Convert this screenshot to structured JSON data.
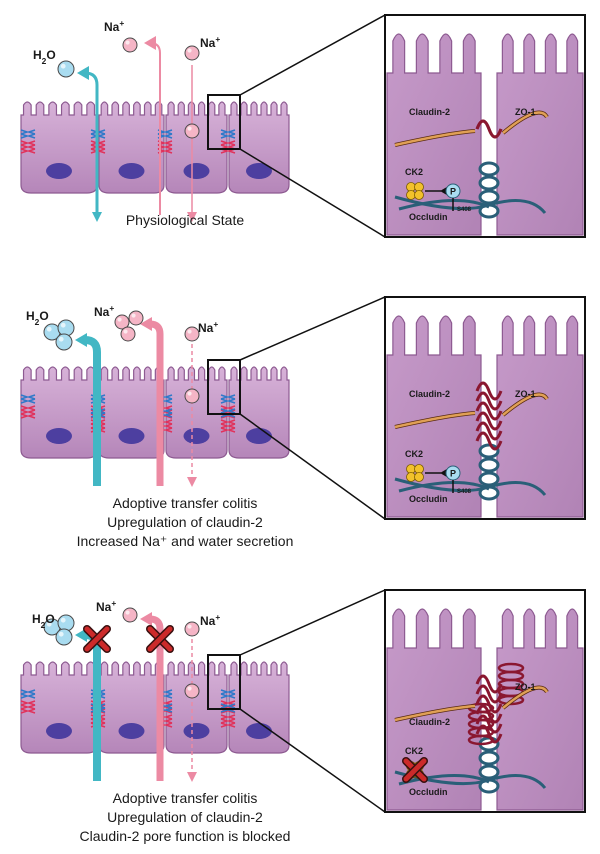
{
  "labels": {
    "na": "Na",
    "plus": "+",
    "h": "H",
    "two": "2",
    "o": "O",
    "claudin2": "Claudin-2",
    "zo1": "ZO-1",
    "ck2": "CK2",
    "p": "P",
    "s408": "S408",
    "occludin": "Occludin"
  },
  "panels": [
    {
      "caption_lines": [
        "Physiological State"
      ]
    },
    {
      "caption_lines": [
        "Adoptive transfer colitis",
        "Upregulation of claudin-2",
        "Increased Na⁺ and water secretion"
      ]
    },
    {
      "caption_lines": [
        "Adoptive transfer colitis",
        "Upregulation of claudin-2",
        "Claudin-2 pore function is blocked"
      ]
    }
  ],
  "colors": {
    "cell": "#c49ac6",
    "cell_dark": "#8d5a91",
    "nucleus": "#4d3fa0",
    "water": "#42b7c4",
    "water_ball": "#a9dcf0",
    "sodium": "#ec8aa3",
    "sodium_ball": "#f5b5c6",
    "claudin": "#8a1730",
    "zo1": "#e0a056",
    "occludin": "#2a5f78",
    "ck2": "#f2c12b",
    "block": "#cc2a2a"
  }
}
